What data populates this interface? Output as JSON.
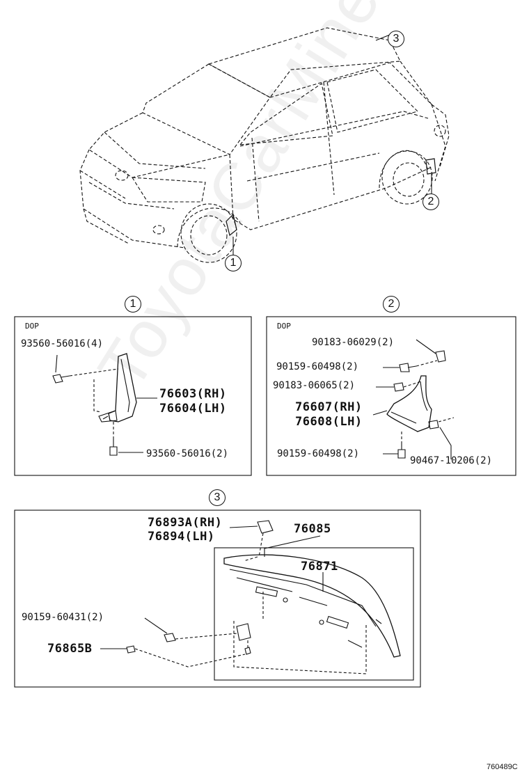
{
  "watermark": "ToyotaCarMine.ru",
  "callouts": {
    "c1": "1",
    "c2": "2",
    "c3": "3"
  },
  "panel1": {
    "dop": "DOP",
    "screw_top": "93560-56016(4)",
    "mudguard_rh": "76603(RH)",
    "mudguard_lh": "76604(LH)",
    "screw_bottom": "93560-56016(2)"
  },
  "panel2": {
    "dop": "DOP",
    "nut_top": "90183-06029(2)",
    "bolt_top": "90159-60498(2)",
    "nut_mid": "90183-06065(2)",
    "mudguard_rh": "76607(RH)",
    "mudguard_lh": "76608(LH)",
    "bolt_bottom": "90159-60498(2)",
    "screw_right": "90467-10206(2)"
  },
  "panel3": {
    "bracket_rh": "76893A(RH)",
    "bracket_lh": "76894(LH)",
    "spoiler_assy": "76085",
    "spoiler": "76871",
    "bolt": "90159-60431(2)",
    "cap": "76865B"
  },
  "diagram_code": "760489C"
}
